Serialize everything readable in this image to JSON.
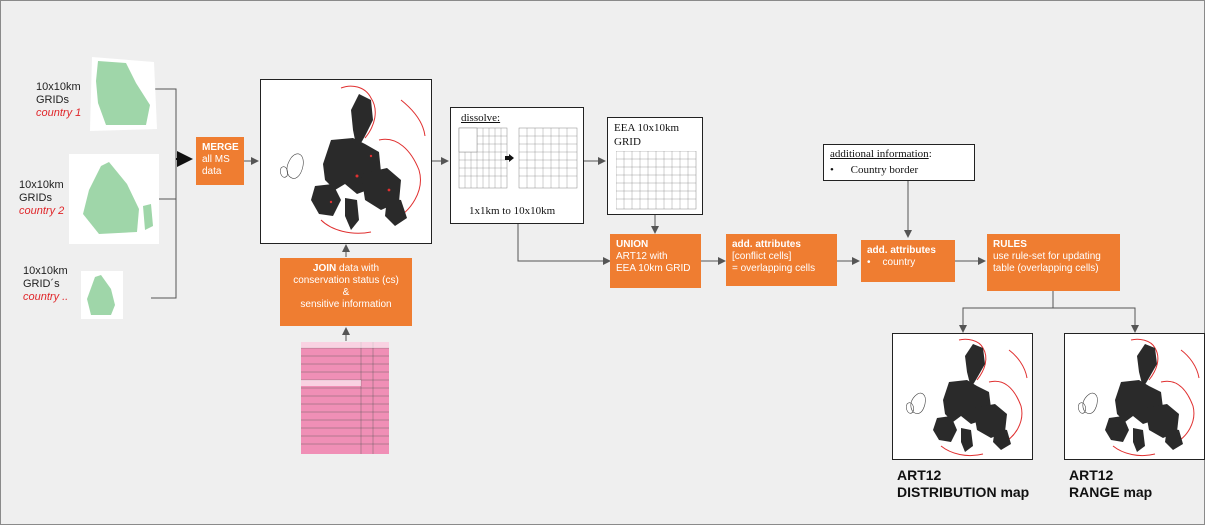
{
  "inputs": [
    {
      "line1": "10x10km",
      "line2": "GRIDs",
      "country": "country 1"
    },
    {
      "line1": "10x10km",
      "line2": "GRIDs",
      "country": "country 2"
    },
    {
      "line1": "10x10km",
      "line2": "GRID´s",
      "country": "country .."
    }
  ],
  "merge": {
    "title": "MERGE",
    "line1": "all MS",
    "line2": "data"
  },
  "join": {
    "title": "JOIN",
    "text1": " data with",
    "text2": "conservation status (cs)",
    "text3": "&",
    "text4": "sensitive information"
  },
  "dissolve": {
    "title": "dissolve:",
    "caption": "1x1km to 10x10km"
  },
  "eea_grid": {
    "line1": "EEA 10x10km",
    "line2": "GRID"
  },
  "union": {
    "title": "UNION",
    "line1": "ART12 with",
    "line2": "EEA 10km GRID"
  },
  "add_attr1": {
    "title": "add. attributes",
    "line1": "[conflict cells]",
    "line2": "= overlapping cells"
  },
  "additional_info": {
    "title": "additional information",
    "colon": ":",
    "bullet": "•",
    "item": "Country border"
  },
  "add_attr2": {
    "title": "add. attributes",
    "bullet": "•",
    "item": "country"
  },
  "rules": {
    "title": "RULES",
    "line1": "use rule-set for updating",
    "line2": "table (overlapping cells)"
  },
  "outputs": [
    {
      "line1": "ART12",
      "line2": "DISTRIBUTION map"
    },
    {
      "line1": "ART12",
      "line2": "RANGE map"
    }
  ],
  "colors": {
    "orange": "#ef7d31",
    "red_text": "#e0262a",
    "map_dark": "#2a2a2a",
    "map_red": "#e03030",
    "green": "#9fd6a9",
    "pink": "#f08fb6"
  }
}
